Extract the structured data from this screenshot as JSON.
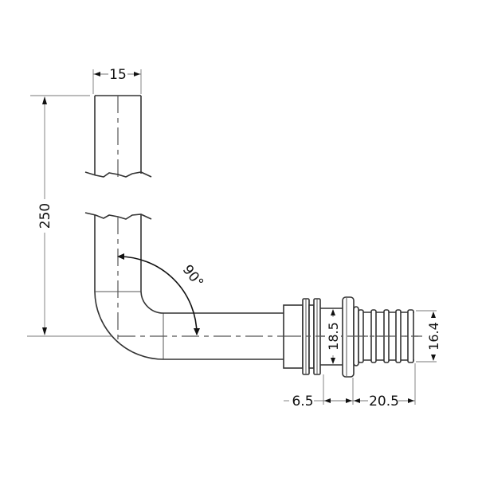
{
  "drawing": {
    "subject": "90-degree bend pipe with press-fit connector",
    "dimensions": {
      "pipe_width": "15",
      "vertical_length": "250",
      "bend_angle": "90°",
      "collar_diameter": "18.5",
      "insert_diameter": "16.4",
      "collar_offset": "6.5",
      "insert_length": "20.5"
    },
    "colors": {
      "line": "#333333",
      "dimension_line": "#777777",
      "text": "#111111",
      "background": "#ffffff"
    }
  }
}
